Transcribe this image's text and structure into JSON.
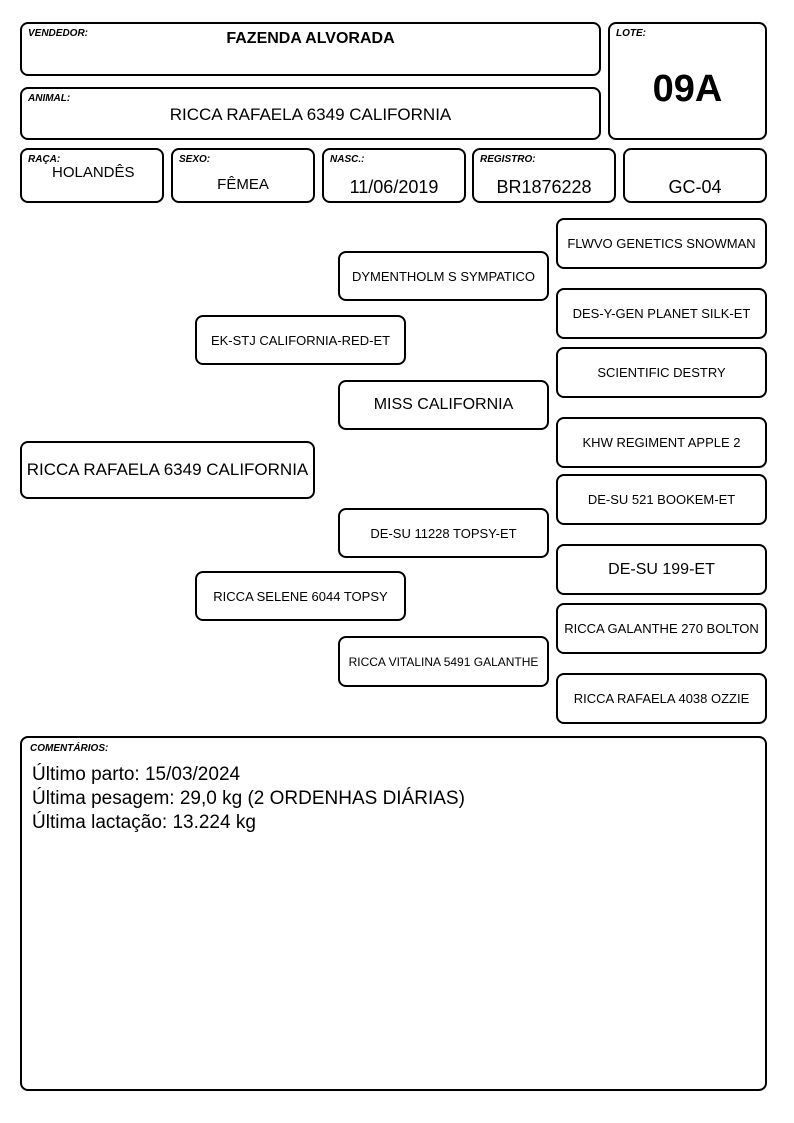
{
  "header": {
    "seller_label": "VENDEDOR:",
    "seller": "FAZENDA ALVORADA",
    "lot_label": "LOTE:",
    "lot": "09A",
    "animal_label": "ANIMAL:",
    "animal": "RICCA RAFAELA 6349 CALIFORNIA"
  },
  "details": {
    "breed_label": "RAÇA:",
    "breed": "HOLANDÊS",
    "sex_label": "SEXO:",
    "sex": "FÊMEA",
    "birth_label": "NASC.:",
    "birth": "11/06/2019",
    "registry_label": "REGISTRO:",
    "registry": "BR1876228",
    "code": "GC-04"
  },
  "pedigree": {
    "animal": "RICCA RAFAELA 6349 CALIFORNIA",
    "sire": "EK-STJ CALIFORNIA-RED-ET",
    "dam": "RICCA SELENE 6044 TOPSY",
    "sire_sire": "DYMENTHOLM S SYMPATICO",
    "sire_dam": "MISS CALIFORNIA",
    "dam_sire": "DE-SU 11228 TOPSY-ET",
    "dam_dam": "RICCA VITALINA 5491 GALANTHE",
    "ss_sire": "FLWVO GENETICS SNOWMAN",
    "ss_dam": "DES-Y-GEN PLANET SILK-ET",
    "sd_sire": "SCIENTIFIC DESTRY",
    "sd_dam": "KHW REGIMENT APPLE 2",
    "ds_sire": "DE-SU 521 BOOKEM-ET",
    "ds_dam": "DE-SU 199-ET",
    "dd_sire": "RICCA GALANTHE 270 BOLTON",
    "dd_dam": "RICCA RAFAELA 4038 OZZIE"
  },
  "comments": {
    "label": "COMENTÁRIOS:",
    "lines": [
      "Último parto: 15/03/2024",
      "Última pesagem: 29,0 kg (2 ORDENHAS DIÁRIAS)",
      "Última lactação: 13.224 kg"
    ]
  }
}
